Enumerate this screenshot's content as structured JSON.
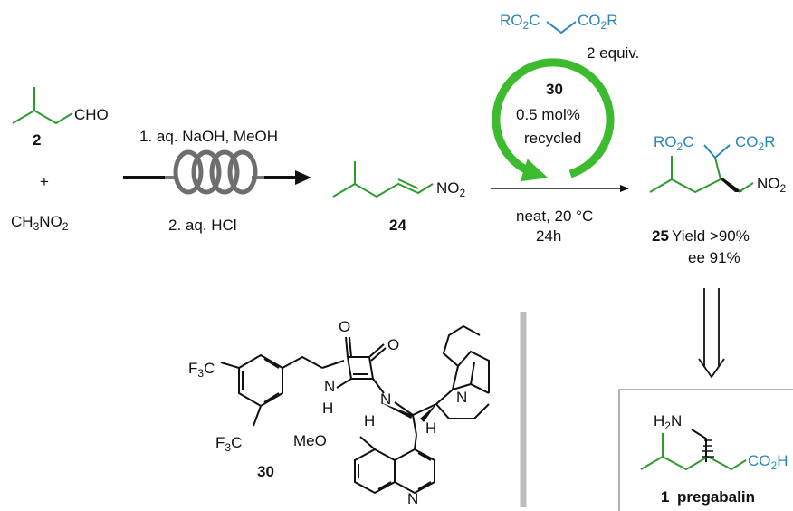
{
  "colors": {
    "ink": "#111111",
    "carbon_chain": "#2e9a2e",
    "malonate": "#2b86b5",
    "catalyst_loop": "#3dbb2f",
    "divider": "#bdbdbd",
    "box": "#9a9a9a"
  },
  "reactants": {
    "aldehyde_cho": "CHO",
    "aldehyde_id": "2",
    "plus": "+",
    "nitromethane": "CH3NO2"
  },
  "step1": {
    "condition_top": "1. aq. NaOH, MeOH",
    "condition_bottom": "2. aq. HCl",
    "reactor_icon": "coil-reactor-icon"
  },
  "intermediate": {
    "no2": "NO2",
    "id": "24"
  },
  "malonate": {
    "formula_left": "RO2C",
    "formula_right": "CO2R",
    "equiv": "2 equiv."
  },
  "catalyst_loop": {
    "id": "30",
    "loading": "0.5 mol%",
    "status": "recycled"
  },
  "step2": {
    "condition_top": "neat, 20 °C",
    "condition_bottom": "24h"
  },
  "product": {
    "ester_left": "RO2C",
    "ester_right": "CO2R",
    "no2": "NO2",
    "id": "25",
    "yield": "Yield >90%",
    "ee": "ee 91%"
  },
  "catalyst": {
    "cf3_top": "F3C",
    "cf3_bottom": "F3C",
    "nh_left": "N",
    "h_left": "H",
    "nh_right": "N",
    "h_right": "H",
    "o_left": "O",
    "o_right": "O",
    "methoxy": "MeO",
    "quinuclidine_n": "N",
    "quinuclidine_h": "H",
    "quinoline_n": "N",
    "id": "30"
  },
  "pregabalin": {
    "amine": "H2N",
    "acid": "CO2H",
    "id": "1",
    "name": "pregabalin"
  }
}
